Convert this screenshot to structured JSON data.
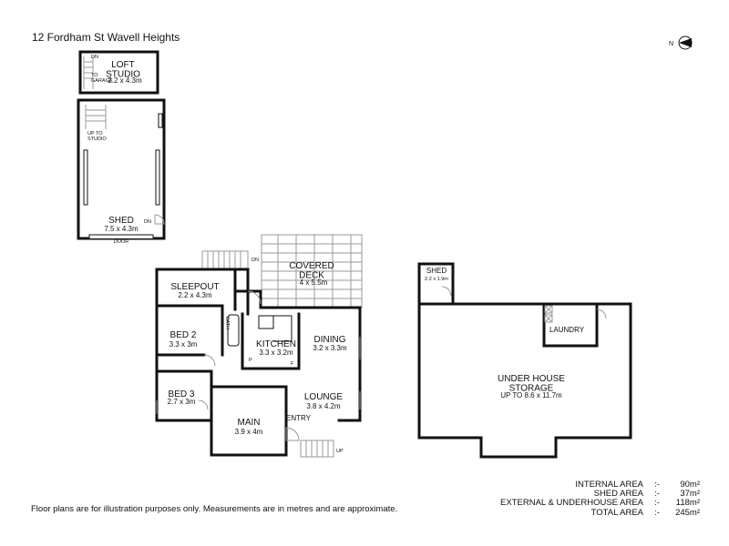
{
  "address": "12 Fordham St Wavell Heights",
  "disclaimer": "Floor plans are for illustration purposes only. Measurements are in metres and are approximate.",
  "compass_label": "N",
  "compass_icon": "north-arrow-icon",
  "rooms": {
    "loft_studio": {
      "name": "LOFT\nSTUDIO",
      "size": "2.2 x 4.3m"
    },
    "shed_main": {
      "name": "SHED",
      "size": "7.5 x 4.3m"
    },
    "covered_deck": {
      "name": "COVERED\nDECK",
      "size": "4 x 5.5m"
    },
    "sleepout": {
      "name": "SLEEPOUT",
      "size": "2.2 x 4.3m"
    },
    "bed2": {
      "name": "BED 2",
      "size": "3.3 x 3m"
    },
    "bath": {
      "name": "BATH"
    },
    "kitchen": {
      "name": "KITCHEN",
      "size": "3.3 x 3.2m"
    },
    "dining": {
      "name": "DINING",
      "size": "3.2 x 3.3m"
    },
    "bed3": {
      "name": "BED 3",
      "size": "2.7 x 3m"
    },
    "lounge": {
      "name": "LOUNGE",
      "size": "3.8 x 4.2m"
    },
    "main": {
      "name": "MAIN",
      "size": "3.9 x 4m"
    },
    "entry": {
      "name": "ENTRY"
    },
    "shed_small": {
      "name": "SHED",
      "size": "2.2 x 1.9m"
    },
    "laundry": {
      "name": "LAUNDRY"
    },
    "under_house": {
      "name": "UNDER HOUSE\nSTORAGE",
      "size": "UP TO 8.6 x 11.7m"
    }
  },
  "small_labels": {
    "dn_loft": "DN",
    "to_garage": "TO\nGARAGE",
    "up_to_studio": "UP TO\nSTUDIO",
    "dn_shed": "DN",
    "door": "DOOR",
    "dn_deck": "DN",
    "up_entry": "UP",
    "pantry": "P",
    "fridge": "F"
  },
  "areas": [
    {
      "label": "INTERNAL AREA",
      "sep": ":-",
      "value": "90m²"
    },
    {
      "label": "SHED AREA",
      "sep": ":-",
      "value": "37m²"
    },
    {
      "label": "EXTERNAL & UNDERHOUSE AREA",
      "sep": ":-",
      "value": "118m²"
    },
    {
      "label": "TOTAL AREA",
      "sep": ":-",
      "value": "245m²"
    }
  ]
}
